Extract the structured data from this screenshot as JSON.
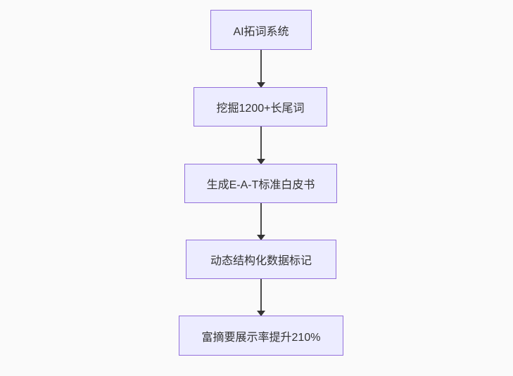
{
  "diagram": {
    "type": "flowchart",
    "direction": "top-down",
    "nodes": [
      {
        "id": "node-1",
        "label": "AI拓词系统"
      },
      {
        "id": "node-2",
        "label": "挖掘1200+长尾词"
      },
      {
        "id": "node-3",
        "label": "生成E-A-T标准白皮书"
      },
      {
        "id": "node-4",
        "label": "动态结构化数据标记"
      },
      {
        "id": "node-5",
        "label": "富摘要展示率提升210%"
      }
    ],
    "edges": [
      {
        "from": "node-1",
        "to": "node-2"
      },
      {
        "from": "node-2",
        "to": "node-3"
      },
      {
        "from": "node-3",
        "to": "node-4"
      },
      {
        "from": "node-4",
        "to": "node-5"
      }
    ],
    "colors": {
      "node_fill": "#ECECFF",
      "node_border": "#9370DB",
      "text": "#333333",
      "edge": "#333333",
      "background": "#fafafa"
    }
  }
}
